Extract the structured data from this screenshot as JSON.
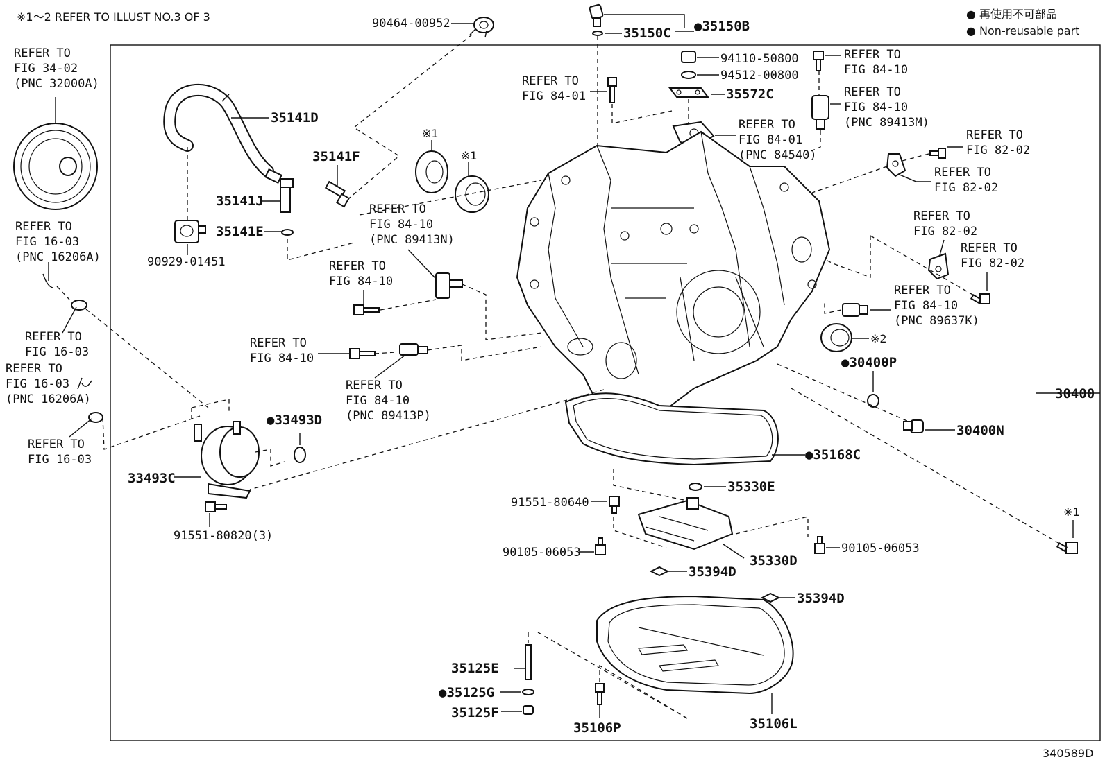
{
  "header": {
    "note": "※1～2 REFER TO ILLUST NO.3 OF 3",
    "legend_jp": "● 再使用不可部品",
    "legend_en": "● Non-reusable part",
    "drawing_number": "340589D"
  },
  "refs": {
    "fig34_l1": "REFER TO",
    "fig34_l2": "FIG 34-02",
    "fig34_l3": "(PNC 32000A)",
    "fig16a_l1": "REFER TO",
    "fig16a_l2": "FIG 16-03",
    "fig16a_l3": "(PNC 16206A)",
    "fig16b_l1": "REFER TO",
    "fig16b_l2": "FIG 16-03",
    "fig16c_l1": "REFER TO",
    "fig16c_l2": "FIG 16-03",
    "fig16c_l3": "(PNC 16206A)",
    "fig16d_l1": "REFER TO",
    "fig16d_l2": "FIG 16-03",
    "f8410n_l1": "REFER TO",
    "f8410n_l2": "FIG 84-10",
    "f8410n_l3": "(PNC 89413N)",
    "f8410a_l1": "REFER TO",
    "f8410a_l2": "FIG 84-10",
    "f8410b_l1": "REFER TO",
    "f8410b_l2": "FIG 84-10",
    "f8410p_l1": "REFER TO",
    "f8410p_l2": "FIG 84-10",
    "f8410p_l3": "(PNC 89413P)",
    "f8401a_l1": "REFER TO",
    "f8401a_l2": "FIG 84-01",
    "f8401b_l1": "REFER TO",
    "f8401b_l2": "FIG 84-01",
    "f8401b_l3": "(PNC 84540)",
    "f8410c_l1": "REFER TO",
    "f8410c_l2": "FIG 84-10",
    "f8410m_l1": "REFER TO",
    "f8410m_l2": "FIG 84-10",
    "f8410m_l3": "(PNC 89413M)",
    "f8202a_l1": "REFER TO",
    "f8202a_l2": "FIG 82-02",
    "f8202b_l1": "REFER TO",
    "f8202b_l2": "FIG 82-02",
    "f8202c_l1": "REFER TO",
    "f8202c_l2": "FIG 82-02",
    "f8202d_l1": "REFER TO",
    "f8202d_l2": "FIG 82-02",
    "f8410k_l1": "REFER TO",
    "f8410k_l2": "FIG 84-10",
    "f8410k_l3": "(PNC 89637K)"
  },
  "parts": {
    "p90464": "90464-00952",
    "p35150c": "35150C",
    "p35150b": "●35150B",
    "p35141d": "35141D",
    "p35141f": "35141F",
    "p35141j": "35141J",
    "p35141e": "35141E",
    "p90929": "90929-01451",
    "mark1a": "※1",
    "mark1b": "※1",
    "mark1c": "※1",
    "mark2": "※2",
    "p94110": "94110-50800",
    "p94512": "94512-00800",
    "p35572c": "35572C",
    "p30400": "30400",
    "p30400p": "●30400P",
    "p30400n": "30400N",
    "p33493d": "●33493D",
    "p33493c": "33493C",
    "p91551_820": "91551-80820(3)",
    "p35168c": "●35168C",
    "p35330e": "35330E",
    "p91551_640": "91551-80640",
    "p90105a": "90105-06053",
    "p90105b": "90105-06053",
    "p35330d": "35330D",
    "p35394d_a": "35394D",
    "p35394d_b": "35394D",
    "p35125e": "35125E",
    "p35125g": "●35125G",
    "p35125f": "35125F",
    "p35106p": "35106P",
    "p35106l": "35106L"
  }
}
